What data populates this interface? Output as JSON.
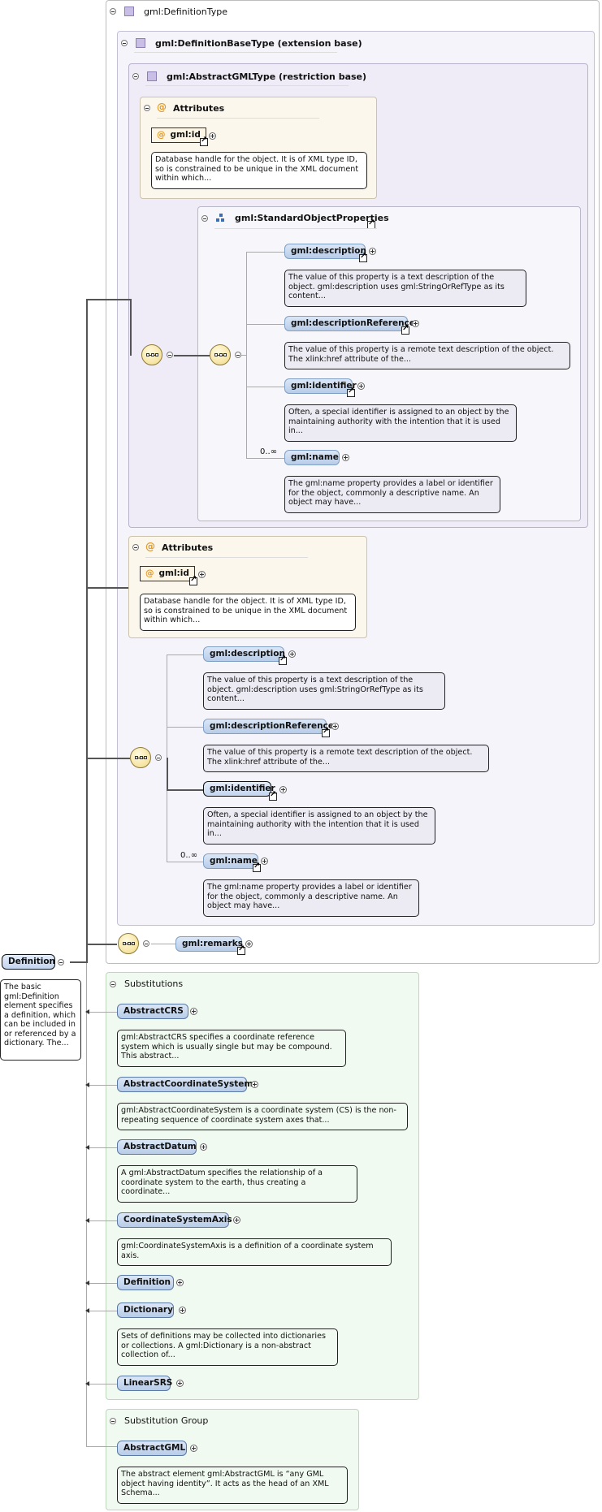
{
  "complex_type": {
    "label": "gml:DefinitionType"
  },
  "definition_base": {
    "label": "gml:DefinitionBaseType (extension base)"
  },
  "abstract_gml": {
    "label": "gml:AbstractGMLType (restriction base)"
  },
  "attributes_inner": {
    "title": "Attributes",
    "id_label": "gml:id",
    "doc": "Database handle for the object. It is of XML type ID, so is constrained to be unique in the XML document within which..."
  },
  "standard_props": {
    "label": "gml:StandardObjectProperties",
    "items": [
      {
        "label": "gml:description",
        "doc": "The value of this property is a text description of the object. gml:description uses gml:StringOrRefType as its content..."
      },
      {
        "label": "gml:descriptionReference",
        "doc": "The value of this property is a remote text description of the object. The xlink:href attribute of the..."
      },
      {
        "label": "gml:identifier",
        "doc": "Often, a special identifier is assigned to an object by the maintaining authority with the intention that it is used in..."
      },
      {
        "label": "gml:name",
        "doc": "The gml:name property provides a label or identifier for the object, commonly a descriptive name. An object may have..."
      }
    ],
    "cardinality": "0..∞"
  },
  "attributes_outer": {
    "title": "Attributes",
    "id_label": "gml:id",
    "doc": "Database handle for the object. It is of XML type ID, so is constrained to be unique in the XML document within which..."
  },
  "base_seq": {
    "items": [
      {
        "label": "gml:description",
        "doc": "The value of this property is a text description of the object. gml:description uses gml:StringOrRefType as its content..."
      },
      {
        "label": "gml:descriptionReference",
        "doc": "The value of this property is a remote text description of the object. The xlink:href attribute of the..."
      },
      {
        "label": "gml:identifier",
        "doc": "Often, a special identifier is assigned to an object by the maintaining authority with the intention that it is used in..."
      },
      {
        "label": "gml:name",
        "doc": "The gml:name property provides a label or identifier for the object, commonly a descriptive name. An object may have..."
      }
    ],
    "cardinality": "0..∞"
  },
  "remarks": {
    "label": "gml:remarks"
  },
  "definition": {
    "label": "Definition",
    "doc": "The basic gml:Definition element specifies a definition, which can be included in or referenced by a dictionary. The..."
  },
  "substitutions": {
    "title": "Substitutions",
    "items": [
      {
        "label": "AbstractCRS",
        "doc": "gml:AbstractCRS specifies a coordinate reference system which is usually single but may be compound. This abstract..."
      },
      {
        "label": "AbstractCoordinateSystem",
        "doc": "gml:AbstractCoordinateSystem is a coordinate system (CS) is the non-repeating sequence of coordinate system axes that..."
      },
      {
        "label": "AbstractDatum",
        "doc": "A gml:AbstractDatum specifies the relationship of a coordinate system to the earth, thus creating a coordinate..."
      },
      {
        "label": "CoordinateSystemAxis",
        "doc": "gml:CoordinateSystemAxis is a definition of a coordinate system axis."
      },
      {
        "label": "Definition",
        "doc": ""
      },
      {
        "label": "Dictionary",
        "doc": "Sets of definitions may be collected into dictionaries or collections. A gml:Dictionary is a non-abstract collection of..."
      },
      {
        "label": "LinearSRS",
        "doc": ""
      }
    ]
  },
  "substitution_group": {
    "title": "Substitution Group",
    "item": {
      "label": "AbstractGML",
      "doc": "The abstract element gml:AbstractGML is “any GML object having identity”. It acts as the head of an XML Schema..."
    }
  }
}
